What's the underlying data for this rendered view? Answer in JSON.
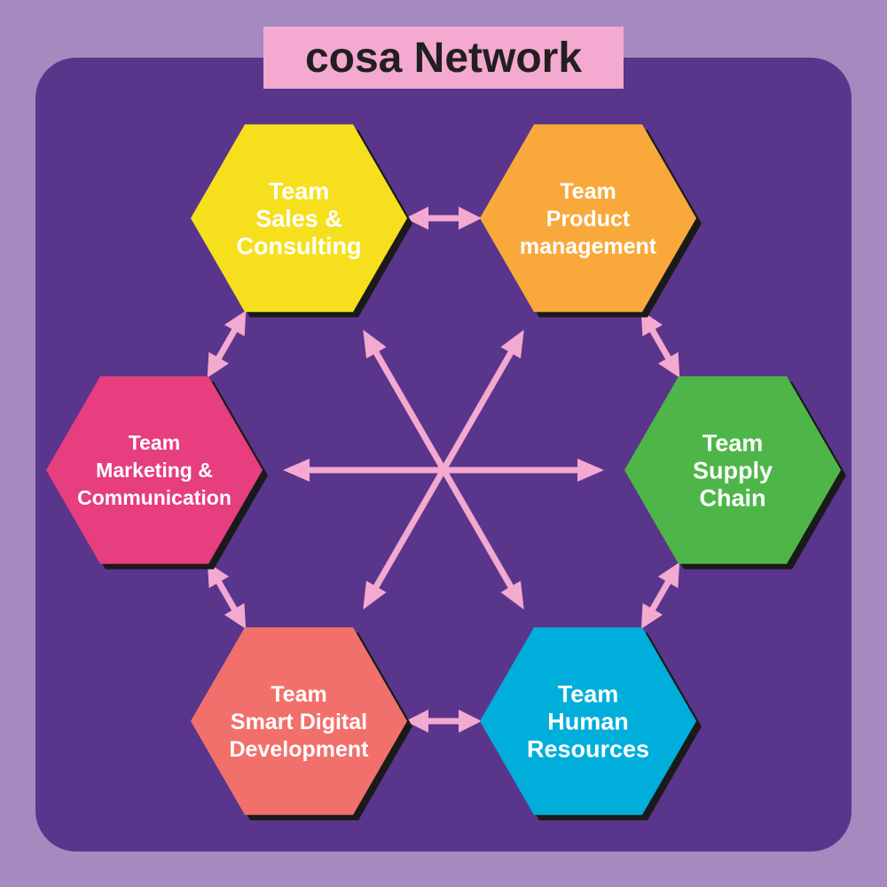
{
  "title": "cosa Network",
  "colors": {
    "background": "#a48abf",
    "panel": "#5a358c",
    "title_box": "#f4a9d0",
    "connector": "#f4a9d0",
    "shadow": "#1a1a1a"
  },
  "teams": [
    {
      "id": "sales",
      "lines": [
        "Team",
        "Sales &",
        "Consulting"
      ],
      "color": "#f6e01e"
    },
    {
      "id": "product",
      "lines": [
        "Team",
        "Product",
        "management"
      ],
      "color": "#f9a93c"
    },
    {
      "id": "supply",
      "lines": [
        "Team",
        "Supply",
        "Chain"
      ],
      "color": "#4eb648"
    },
    {
      "id": "hr",
      "lines": [
        "Team",
        "Human",
        "Resources"
      ],
      "color": "#00aedb"
    },
    {
      "id": "digital",
      "lines": [
        "Team",
        "Smart Digital",
        "Development"
      ],
      "color": "#f2706b"
    },
    {
      "id": "marketing",
      "lines": [
        "Team",
        "Marketing &",
        "Communication"
      ],
      "color": "#e63e7e"
    }
  ],
  "links": [
    [
      "sales",
      "product"
    ],
    [
      "product",
      "supply"
    ],
    [
      "supply",
      "hr"
    ],
    [
      "hr",
      "digital"
    ],
    [
      "digital",
      "marketing"
    ],
    [
      "marketing",
      "sales"
    ],
    [
      "sales",
      "hr"
    ],
    [
      "product",
      "digital"
    ],
    [
      "marketing",
      "supply"
    ]
  ]
}
